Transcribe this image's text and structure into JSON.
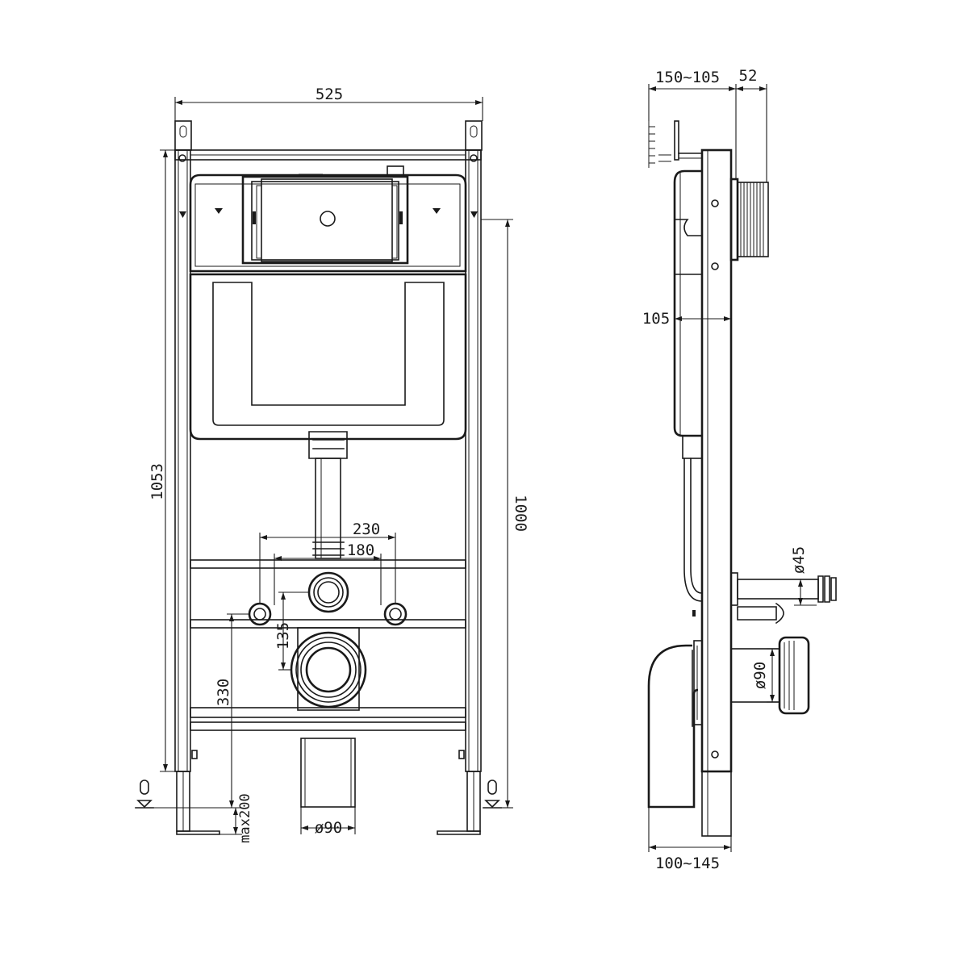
{
  "front_view": {
    "dims": {
      "width": "525",
      "height_overall": "1053",
      "height_mount": "1000",
      "pitch_outer": "230",
      "pitch_inner": "180",
      "drain_offset": "135",
      "drain_height": "330",
      "foot_extension": "max200",
      "outlet_diameter": "ø90"
    }
  },
  "side_view": {
    "dims": {
      "depth_adjust": "150~105",
      "flange": "52",
      "cistern_depth": "105",
      "inlet_diameter": "ø45",
      "outlet_diameter": "ø90",
      "foot_depth": "100~145"
    }
  }
}
